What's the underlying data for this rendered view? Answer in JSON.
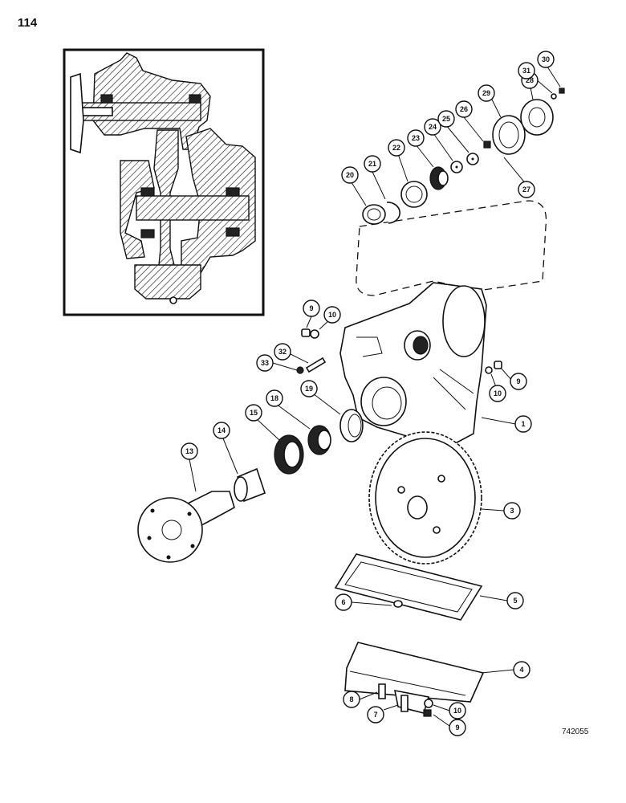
{
  "page": {
    "page_number": "114",
    "figure_code": "742055"
  },
  "callouts": [
    {
      "id": "c1",
      "label": "1"
    },
    {
      "id": "c3",
      "label": "3"
    },
    {
      "id": "c4",
      "label": "4"
    },
    {
      "id": "c5",
      "label": "5"
    },
    {
      "id": "c6",
      "label": "6"
    },
    {
      "id": "c7",
      "label": "7"
    },
    {
      "id": "c8",
      "label": "8"
    },
    {
      "id": "c9a",
      "label": "9"
    },
    {
      "id": "c9b",
      "label": "9"
    },
    {
      "id": "c9c",
      "label": "9"
    },
    {
      "id": "c10a",
      "label": "10"
    },
    {
      "id": "c10b",
      "label": "10"
    },
    {
      "id": "c10c",
      "label": "10"
    },
    {
      "id": "c13",
      "label": "13"
    },
    {
      "id": "c14",
      "label": "14"
    },
    {
      "id": "c15",
      "label": "15"
    },
    {
      "id": "c18",
      "label": "18"
    },
    {
      "id": "c19",
      "label": "19"
    },
    {
      "id": "c20",
      "label": "20"
    },
    {
      "id": "c21",
      "label": "21"
    },
    {
      "id": "c22",
      "label": "22"
    },
    {
      "id": "c23",
      "label": "23"
    },
    {
      "id": "c24",
      "label": "24"
    },
    {
      "id": "c25",
      "label": "25"
    },
    {
      "id": "c26",
      "label": "26"
    },
    {
      "id": "c27",
      "label": "27"
    },
    {
      "id": "c28",
      "label": "28"
    },
    {
      "id": "c29",
      "label": "29"
    },
    {
      "id": "c30",
      "label": "30"
    },
    {
      "id": "c31",
      "label": "31"
    },
    {
      "id": "c32",
      "label": "32"
    },
    {
      "id": "c33",
      "label": "33"
    }
  ]
}
